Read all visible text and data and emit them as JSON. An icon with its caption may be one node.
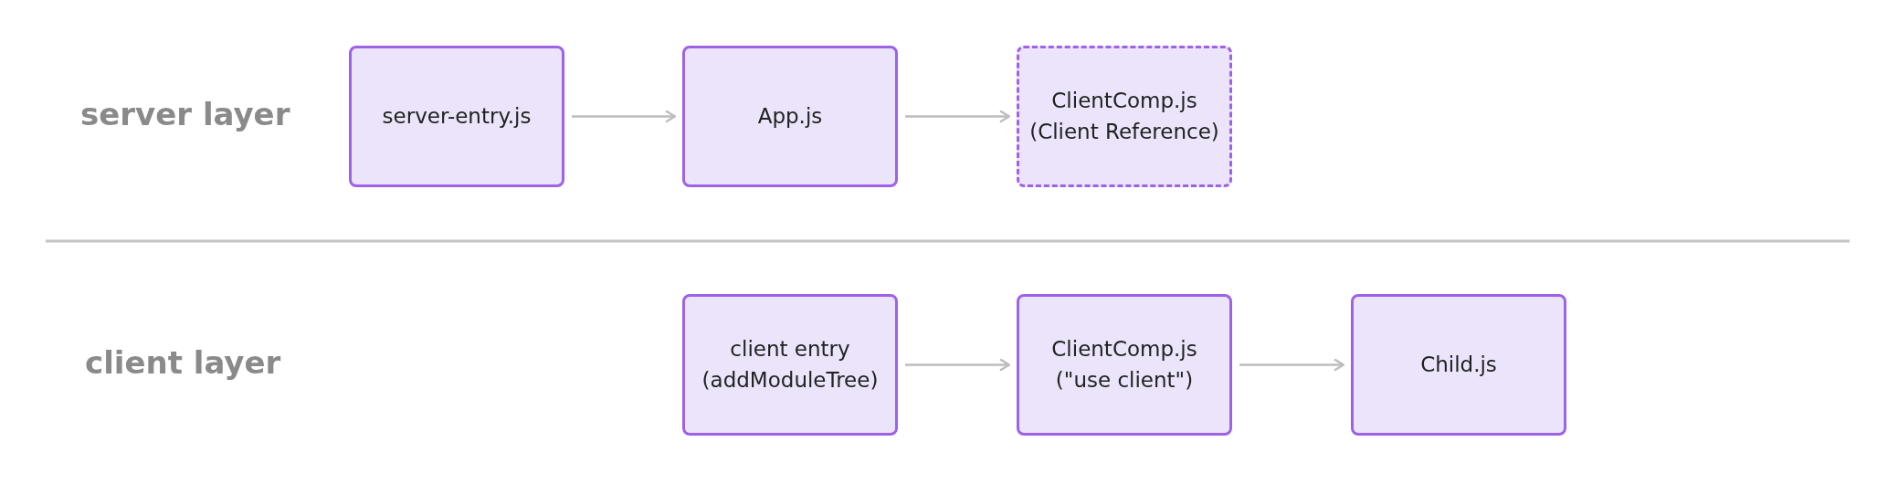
{
  "diagram": {
    "nodes": [
      {
        "text": [
          "server-entry.js"
        ]
      },
      {
        "text": [
          "App.js"
        ]
      },
      {
        "text": [
          "ClientComp.js (Client Reference)"
        ]
      },
      {
        "text": [
          "client entry (addModuleTree)"
        ]
      },
      {
        "text": [
          "ClientComp.js (\"use client\")"
        ]
      },
      {
        "text": [
          "Child.js"
        ]
      }
    ],
    "edges": [
      {
        "from": 0,
        "to": 1,
        "arrow": "to"
      },
      {
        "from": 1,
        "to": 2,
        "arrow": "to"
      },
      {
        "from": 3,
        "to": 4,
        "arrow": "to"
      },
      {
        "from": 4,
        "to": 5,
        "arrow": "to"
      }
    ],
    "labels": [
      "server layer",
      "client layer"
    ]
  }
}
